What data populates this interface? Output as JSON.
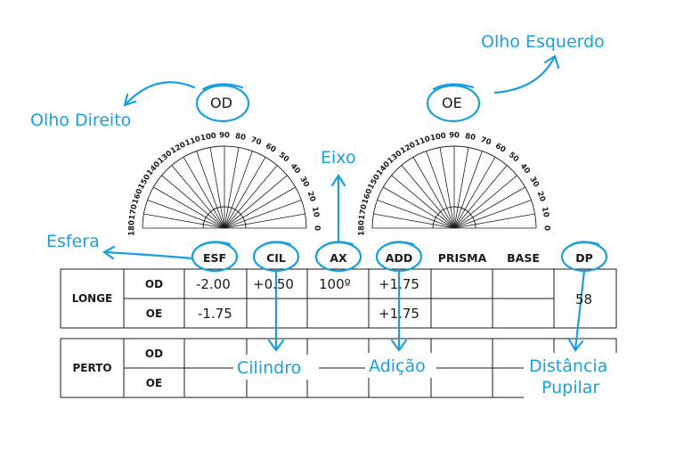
{
  "annotations": {
    "olho_direito": "Olho Direito",
    "olho_esquerdo": "Olho Esquerdo",
    "eixo": "Eixo",
    "esfera": "Esfera",
    "cilindro": "Cilindro",
    "adicao": "Adição",
    "distancia_line1": "Distância",
    "distancia_line2": "Pupilar"
  },
  "eye_tags": {
    "od": "OD",
    "oe": "OE"
  },
  "protractor": {
    "angle_labels": [
      "180",
      "170",
      "160",
      "150",
      "140",
      "130",
      "120",
      "110",
      "100",
      "90",
      "80",
      "70",
      "60",
      "50",
      "40",
      "30",
      "20",
      "10",
      "0"
    ]
  },
  "table": {
    "headers": [
      "ESF",
      "CIL",
      "AX",
      "ADD",
      "PRISMA",
      "BASE",
      "DP"
    ],
    "longe": {
      "label": "LONGE",
      "od": {
        "label": "OD",
        "esf": "-2.00",
        "cil": "+0.50",
        "ax": "100º",
        "add": "+1.75"
      },
      "oe": {
        "label": "OE",
        "esf": "-1.75",
        "add": "+1.75"
      },
      "dp": "58"
    },
    "perto": {
      "label": "PERTO",
      "od": {
        "label": "OD"
      },
      "oe": {
        "label": "OE"
      }
    }
  },
  "colors": {
    "accent": "#1a9fdc",
    "lines": "#1a1a1a"
  }
}
